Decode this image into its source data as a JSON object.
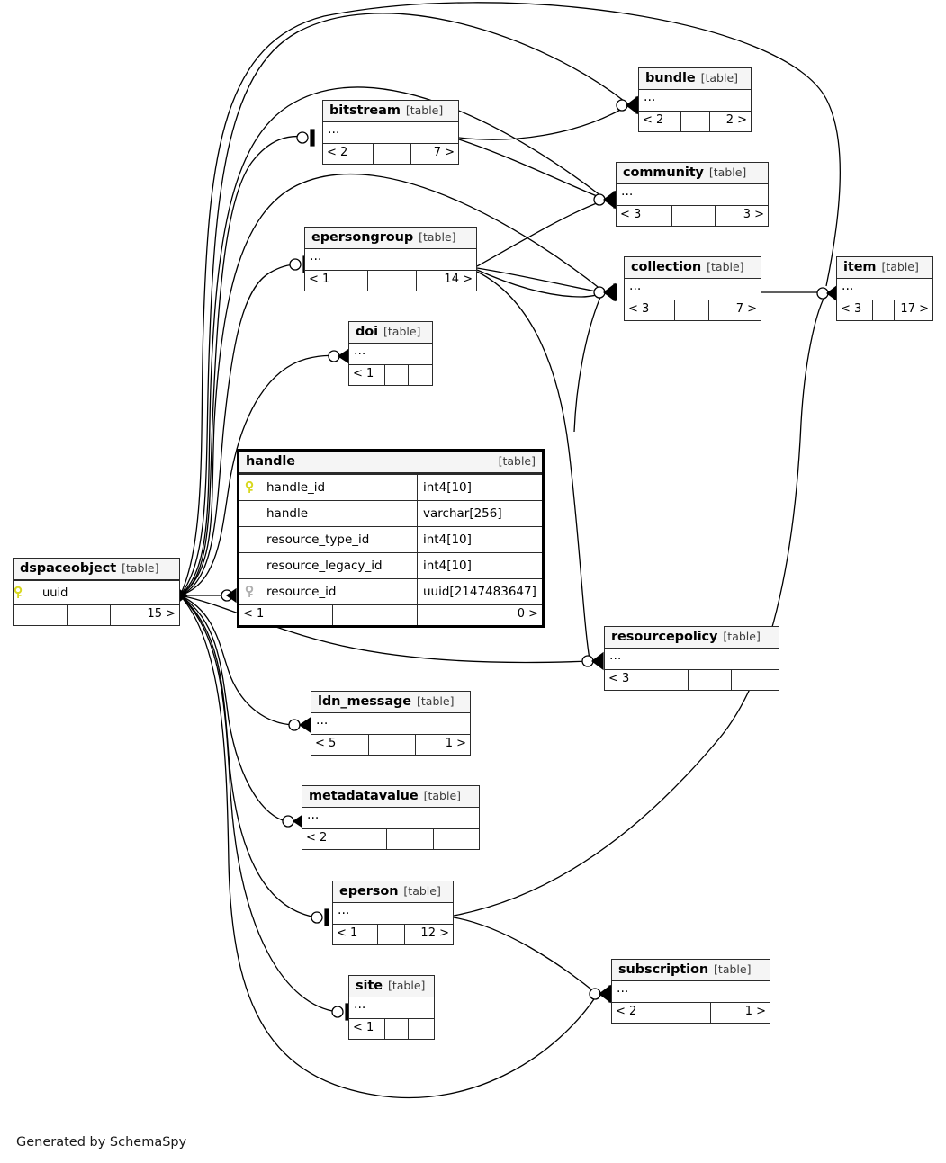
{
  "diagram": {
    "kind": "schemaspy-relationships-er-diagram",
    "caption": "Generated by SchemaSpy",
    "table_tag": "[table]",
    "body_placeholder": "...",
    "colors": {
      "background": "#ffffff",
      "node_border": "#2b2b2b",
      "title_fill": "#f5f5f5",
      "edge": "#000000",
      "primary_key_icon": "#dcdc2d",
      "index_key_icon": "#b0b0b0"
    }
  },
  "focus_table": {
    "name": "handle",
    "tag": "[table]",
    "columns": [
      {
        "key": "primary",
        "name": "handle_id",
        "type": "int4[10]"
      },
      {
        "key": "none",
        "name": "handle",
        "type": "varchar[256]"
      },
      {
        "key": "none",
        "name": "resource_type_id",
        "type": "int4[10]"
      },
      {
        "key": "none",
        "name": "resource_legacy_id",
        "type": "int4[10]"
      },
      {
        "key": "index",
        "name": "resource_id",
        "type": "uuid[2147483647]"
      }
    ],
    "footer": {
      "left": "< 1",
      "mid": "",
      "right": "0 >"
    }
  },
  "tables": [
    {
      "id": "dspaceobject",
      "name": "dspaceobject",
      "tag": "[table]",
      "expanded_column": {
        "key": "primary",
        "name": "uuid"
      },
      "footer": {
        "left": "",
        "mid": "",
        "right": "15 >"
      }
    },
    {
      "id": "bitstream",
      "name": "bitstream",
      "tag": "[table]",
      "body": "...",
      "footer": {
        "left": "< 2",
        "mid": "",
        "right": "7 >"
      }
    },
    {
      "id": "bundle",
      "name": "bundle",
      "tag": "[table]",
      "body": "...",
      "footer": {
        "left": "< 2",
        "mid": "",
        "right": "2 >"
      }
    },
    {
      "id": "community",
      "name": "community",
      "tag": "[table]",
      "body": "...",
      "footer": {
        "left": "< 3",
        "mid": "",
        "right": "3 >"
      }
    },
    {
      "id": "epersongroup",
      "name": "epersongroup",
      "tag": "[table]",
      "body": "...",
      "footer": {
        "left": "< 1",
        "mid": "",
        "right": "14 >"
      }
    },
    {
      "id": "collection",
      "name": "collection",
      "tag": "[table]",
      "body": "...",
      "footer": {
        "left": "< 3",
        "mid": "",
        "right": "7 >"
      }
    },
    {
      "id": "item",
      "name": "item",
      "tag": "[table]",
      "body": "...",
      "footer": {
        "left": "< 3",
        "mid": "",
        "right": "17 >"
      }
    },
    {
      "id": "doi",
      "name": "doi",
      "tag": "[table]",
      "body": "...",
      "footer": {
        "left": "< 1",
        "mid": "",
        "right": ""
      }
    },
    {
      "id": "resourcepolicy",
      "name": "resourcepolicy",
      "tag": "[table]",
      "body": "...",
      "footer": {
        "left": "< 3",
        "mid": "",
        "right": ""
      }
    },
    {
      "id": "ldn_message",
      "name": "ldn_message",
      "tag": "[table]",
      "body": "...",
      "footer": {
        "left": "< 5",
        "mid": "",
        "right": "1 >"
      }
    },
    {
      "id": "metadatavalue",
      "name": "metadatavalue",
      "tag": "[table]",
      "body": "...",
      "footer": {
        "left": "< 2",
        "mid": "",
        "right": ""
      }
    },
    {
      "id": "eperson",
      "name": "eperson",
      "tag": "[table]",
      "body": "...",
      "footer": {
        "left": "< 1",
        "mid": "",
        "right": "12 >"
      }
    },
    {
      "id": "site",
      "name": "site",
      "tag": "[table]",
      "body": "...",
      "footer": {
        "left": "< 1",
        "mid": "",
        "right": ""
      }
    },
    {
      "id": "subscription",
      "name": "subscription",
      "tag": "[table]",
      "body": "...",
      "footer": {
        "left": "< 2",
        "mid": "",
        "right": "1 >"
      }
    }
  ]
}
